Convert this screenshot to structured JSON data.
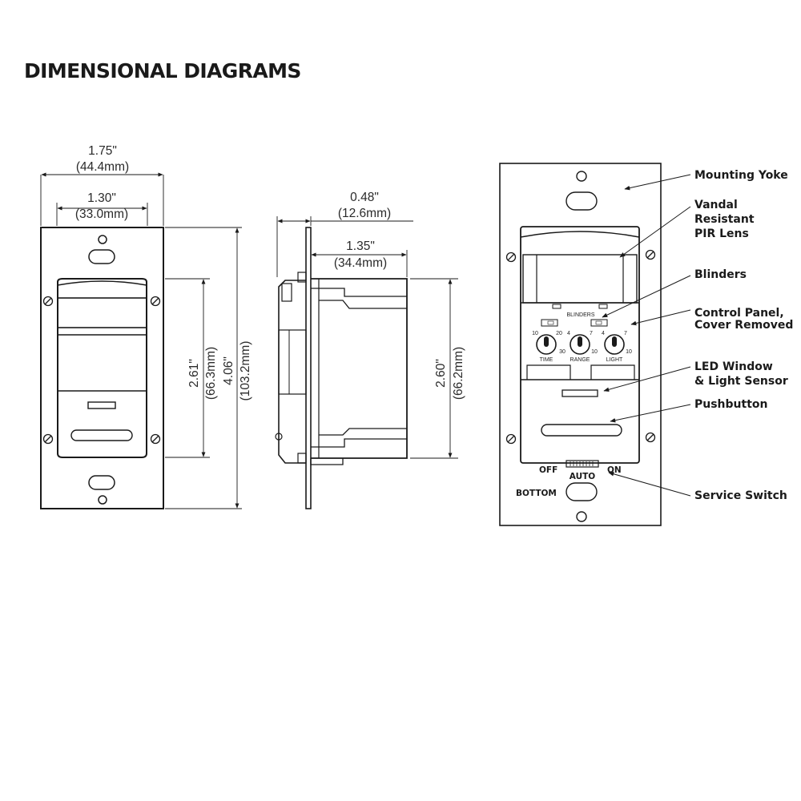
{
  "title": "DIMENSIONAL DIAGRAMS",
  "front_view": {
    "overall_width": {
      "in": "1.75\"",
      "mm": "(44.4mm)"
    },
    "sensor_width": {
      "in": "1.30\"",
      "mm": "(33.0mm)"
    },
    "sensor_height": {
      "in": "2.61\"",
      "mm": "(66.3mm)"
    },
    "overall_height": {
      "in": "4.06\"",
      "mm": "(103.2mm)"
    }
  },
  "side_view": {
    "face_depth": {
      "in": "0.48\"",
      "mm": "(12.6mm)"
    },
    "body_depth": {
      "in": "1.35\"",
      "mm": "(34.4mm)"
    },
    "body_height": {
      "in": "2.60\"",
      "mm": "(66.2mm)"
    }
  },
  "detail_view": {
    "blinders_label": "BLINDERS",
    "dials": [
      {
        "name": "TIME",
        "min": "10",
        "max": "20",
        "extra": "30"
      },
      {
        "name": "RANGE",
        "min": "4",
        "max": "7",
        "extra": "10"
      },
      {
        "name": "LIGHT",
        "min": "4",
        "max": "7",
        "extra": "10"
      }
    ],
    "switch": {
      "off": "OFF",
      "on": "ON",
      "auto": "AUTO"
    },
    "bottom_label": "BOTTOM",
    "callouts": {
      "mounting_yoke": [
        "Mounting Yoke"
      ],
      "pir_lens": [
        "Vandal",
        "Resistant",
        "PIR Lens"
      ],
      "blinders": [
        "Blinders"
      ],
      "control_panel": [
        "Control Panel,",
        "Cover Removed"
      ],
      "led_window": [
        "LED Window",
        "& Light Sensor"
      ],
      "pushbutton": [
        "Pushbutton"
      ],
      "service_switch": [
        "Service Switch"
      ]
    }
  }
}
